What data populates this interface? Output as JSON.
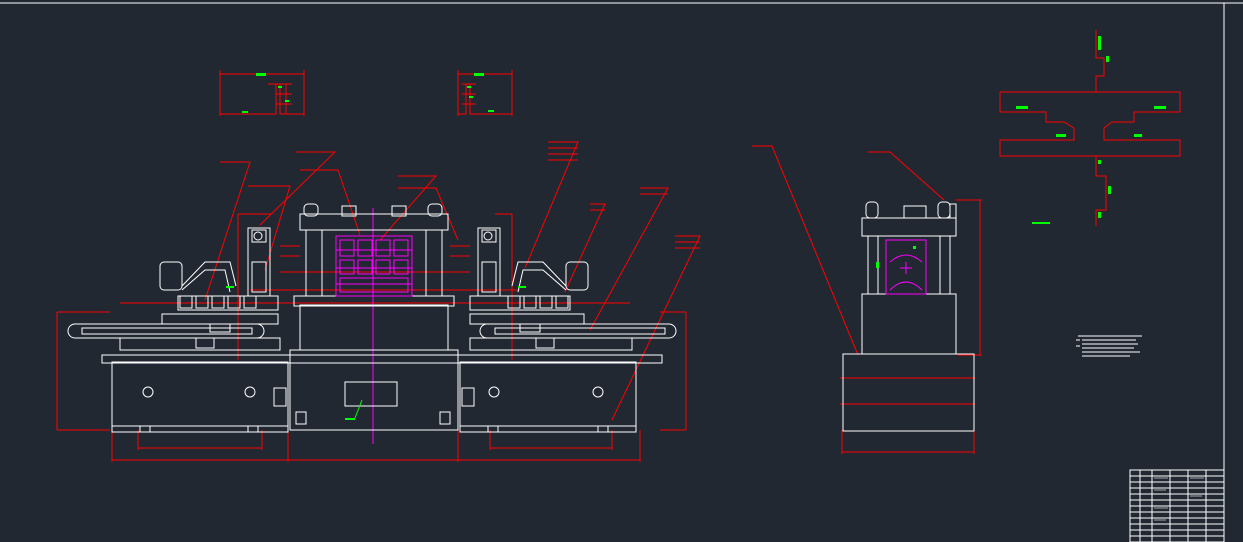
{
  "canvas": {
    "background": "#222831"
  },
  "colors": {
    "outline": "#ffffff",
    "dimension": "#ff0000",
    "highlight": "#ff00ff",
    "text": "#00ff00",
    "frame": "#ffffff"
  },
  "views": [
    {
      "name": "front-elevation",
      "label": ""
    },
    {
      "name": "side-elevation",
      "label": ""
    },
    {
      "name": "detail-left",
      "label": ""
    },
    {
      "name": "detail-right",
      "label": ""
    },
    {
      "name": "profile-section",
      "label": ""
    }
  ],
  "title_block": {
    "rows": 12,
    "cols": 5
  },
  "technical_notes": {
    "lines": 6
  }
}
